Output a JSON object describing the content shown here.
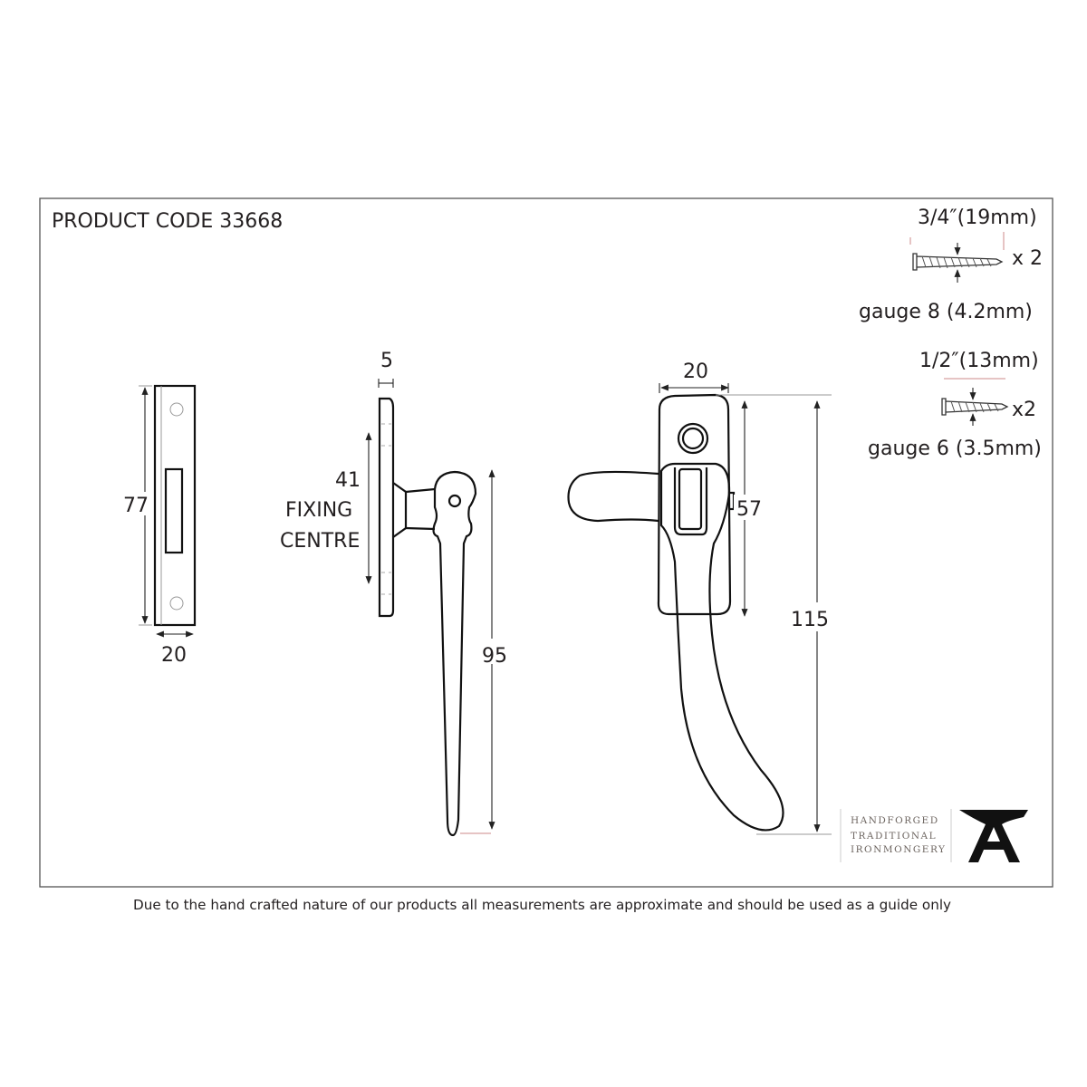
{
  "product_code": "PRODUCT CODE 33668",
  "disclaimer": "Due to the hand crafted nature of our products all measurements are approximate and should be used as a guide only",
  "keep": {
    "height": "77",
    "width": "20"
  },
  "side_view": {
    "thickness": "5",
    "fixing_value": "41",
    "fixing_label_1": "FIXING",
    "fixing_label_2": "CENTRE",
    "length": "95"
  },
  "front_view": {
    "width": "20",
    "plate_height": "57",
    "total_length": "115"
  },
  "screws": [
    {
      "length": "3/4″(19mm)",
      "qty": "x 2",
      "gauge": "gauge 8 (4.2mm)"
    },
    {
      "length": "1/2″(13mm)",
      "qty": "x2",
      "gauge": "gauge 6 (3.5mm)"
    }
  ],
  "logo": {
    "line1": "HANDFORGED",
    "line2": "TRADITIONAL",
    "line3": "IRONMONGERY",
    "mark": "A"
  }
}
